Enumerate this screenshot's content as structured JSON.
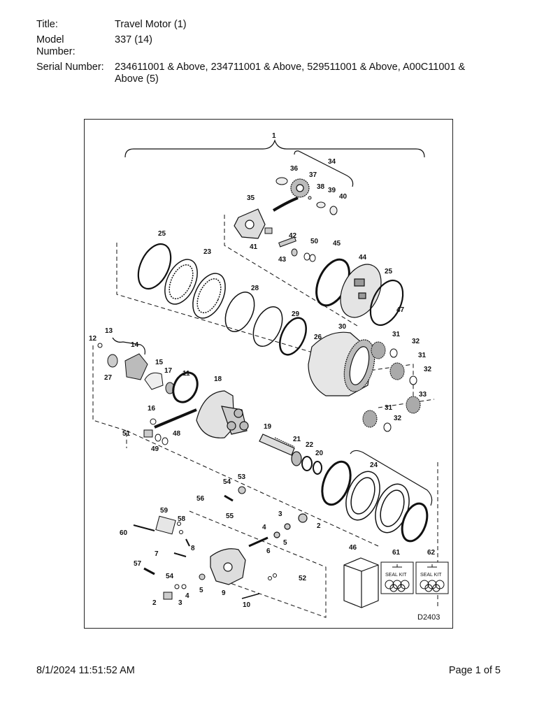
{
  "header": {
    "title_label": "Title:",
    "title_value": "Travel Motor (1)",
    "model_label_line1": "Model",
    "model_label_line2": "Number:",
    "model_value": "337 (14)",
    "serial_label": "Serial Number:",
    "serial_value_line1": "234611001 & Above, 234711001 & Above, 529511001 & Above, A00C11001 &",
    "serial_value_line2": "Above (5)"
  },
  "diagram": {
    "drawing_code": "D2403",
    "kit_label": "SEAL KIT",
    "callouts": [
      "1",
      "2",
      "3",
      "4",
      "5",
      "6",
      "7",
      "8",
      "9",
      "10",
      "11",
      "12",
      "13",
      "14",
      "15",
      "16",
      "17",
      "18",
      "19",
      "20",
      "21",
      "22",
      "23",
      "24",
      "25",
      "26",
      "27",
      "28",
      "29",
      "30",
      "31",
      "32",
      "33",
      "34",
      "35",
      "36",
      "37",
      "38",
      "39",
      "40",
      "41",
      "42",
      "43",
      "44",
      "45",
      "46",
      "47",
      "48",
      "49",
      "50",
      "51",
      "52",
      "53",
      "54",
      "55",
      "56",
      "57",
      "58",
      "59",
      "60",
      "61",
      "62"
    ]
  },
  "footer": {
    "timestamp": "8/1/2024 11:51:52 AM",
    "page": "Page 1 of 5"
  }
}
